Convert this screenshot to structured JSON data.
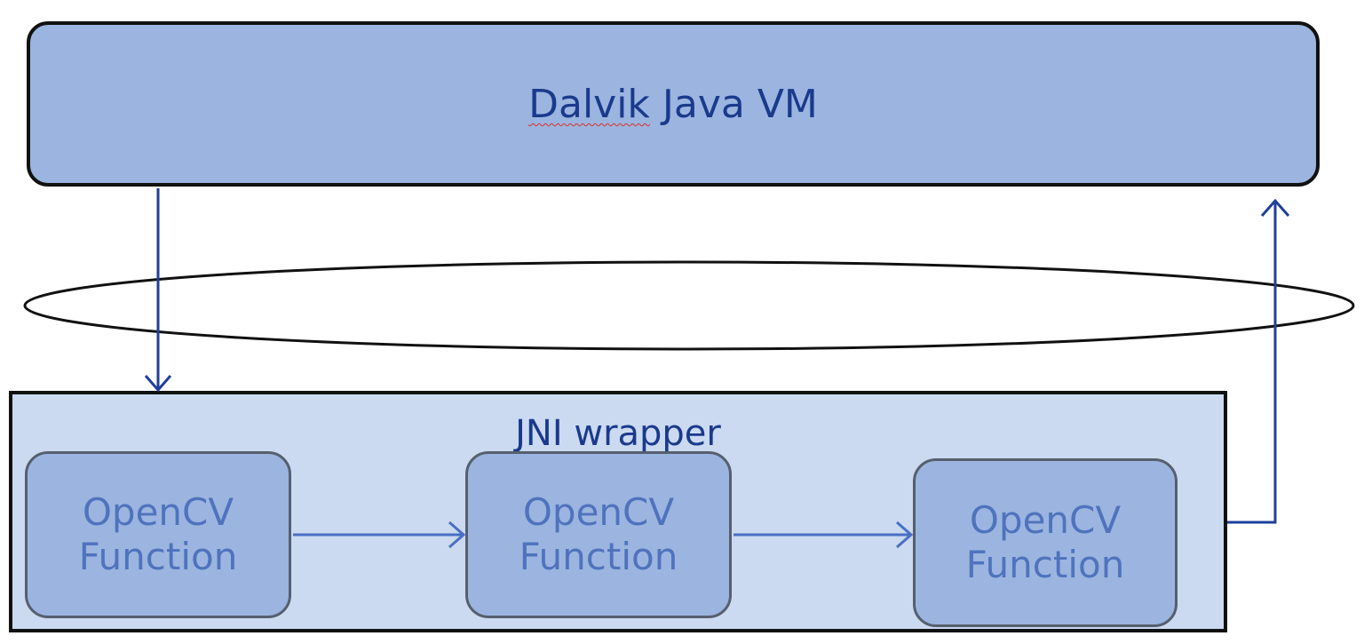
{
  "vm": {
    "label_prefix": "",
    "label_underlined": "Dalvik",
    "label_rest": " Java VM"
  },
  "jni": {
    "label": "JNI wrapper"
  },
  "functions": [
    {
      "line1": "OpenCV",
      "line2": "Function"
    },
    {
      "line1": "OpenCV",
      "line2": "Function"
    },
    {
      "line1": "OpenCV",
      "line2": "Function"
    }
  ],
  "colors": {
    "box_fill": "#9bb5e0",
    "wrapper_fill": "#cbdaf0",
    "text_blue": "#1a3a8c",
    "function_text": "#4f73bd",
    "arrow_dark": "#1f3f99",
    "arrow_light": "#4a6fc4"
  }
}
